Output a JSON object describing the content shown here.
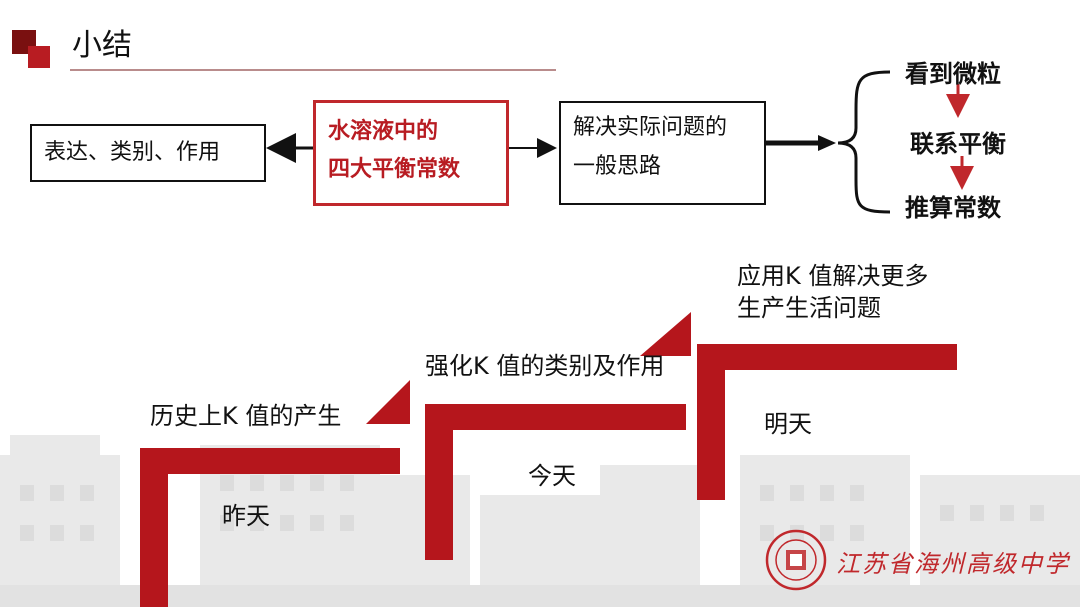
{
  "header": {
    "title": "小结"
  },
  "flow": {
    "left_box": "表达、类别、作用",
    "center_box": {
      "line1": "水溶液中的",
      "line2": "四大平衡常数"
    },
    "right_box": {
      "line1": "解决实际问题的",
      "line2": "一般思路"
    },
    "steps": [
      "看到微粒",
      "联系平衡",
      "推算常数"
    ]
  },
  "stairs": {
    "step1_label": "历史上K 值的产生",
    "step2_label": "强化K 值的类别及作用",
    "step3_label_line1": "应用K 值解决更多",
    "step3_label_line2": "生产生活问题",
    "day1": "昨天",
    "day2": "今天",
    "day3": "明天"
  },
  "footer": {
    "school": "江苏省海州高级中学"
  },
  "colors": {
    "accent": "#b81c22",
    "dark_red": "#7a1010",
    "line": "#111111"
  }
}
